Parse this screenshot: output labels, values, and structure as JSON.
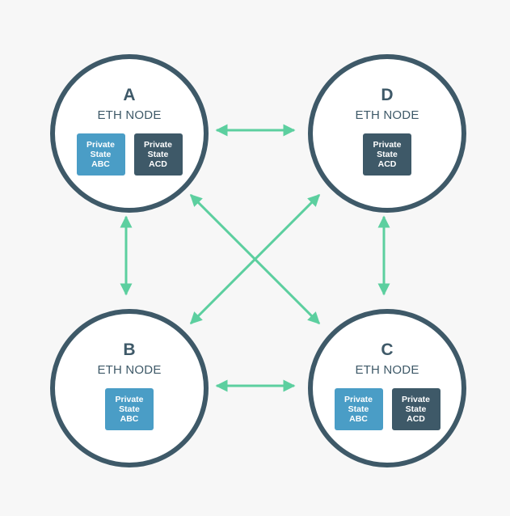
{
  "nodes": [
    {
      "id": "a",
      "letter": "A",
      "label": "ETH NODE",
      "states": [
        {
          "kind": "abc",
          "lines": [
            "Private",
            "State",
            "ABC"
          ]
        },
        {
          "kind": "acd",
          "lines": [
            "Private",
            "State",
            "ACD"
          ]
        }
      ]
    },
    {
      "id": "d",
      "letter": "D",
      "label": "ETH NODE",
      "states": [
        {
          "kind": "acd",
          "lines": [
            "Private",
            "State",
            "ACD"
          ]
        }
      ]
    },
    {
      "id": "b",
      "letter": "B",
      "label": "ETH NODE",
      "states": [
        {
          "kind": "abc",
          "lines": [
            "Private",
            "State",
            "ABC"
          ]
        }
      ]
    },
    {
      "id": "c",
      "letter": "C",
      "label": "ETH NODE",
      "states": [
        {
          "kind": "abc",
          "lines": [
            "Private",
            "State",
            "ABC"
          ]
        },
        {
          "kind": "acd",
          "lines": [
            "Private",
            "State",
            "ACD"
          ]
        }
      ]
    }
  ],
  "connections": [
    {
      "from": "A",
      "to": "D"
    },
    {
      "from": "A",
      "to": "B"
    },
    {
      "from": "D",
      "to": "C"
    },
    {
      "from": "B",
      "to": "C"
    },
    {
      "from": "A",
      "to": "C"
    },
    {
      "from": "D",
      "to": "B"
    }
  ],
  "colors": {
    "node_border": "#3e5968",
    "state_abc": "#4a9dc6",
    "state_acd": "#3e5968",
    "arrow": "#5ccf9f",
    "background": "#f7f7f7"
  }
}
